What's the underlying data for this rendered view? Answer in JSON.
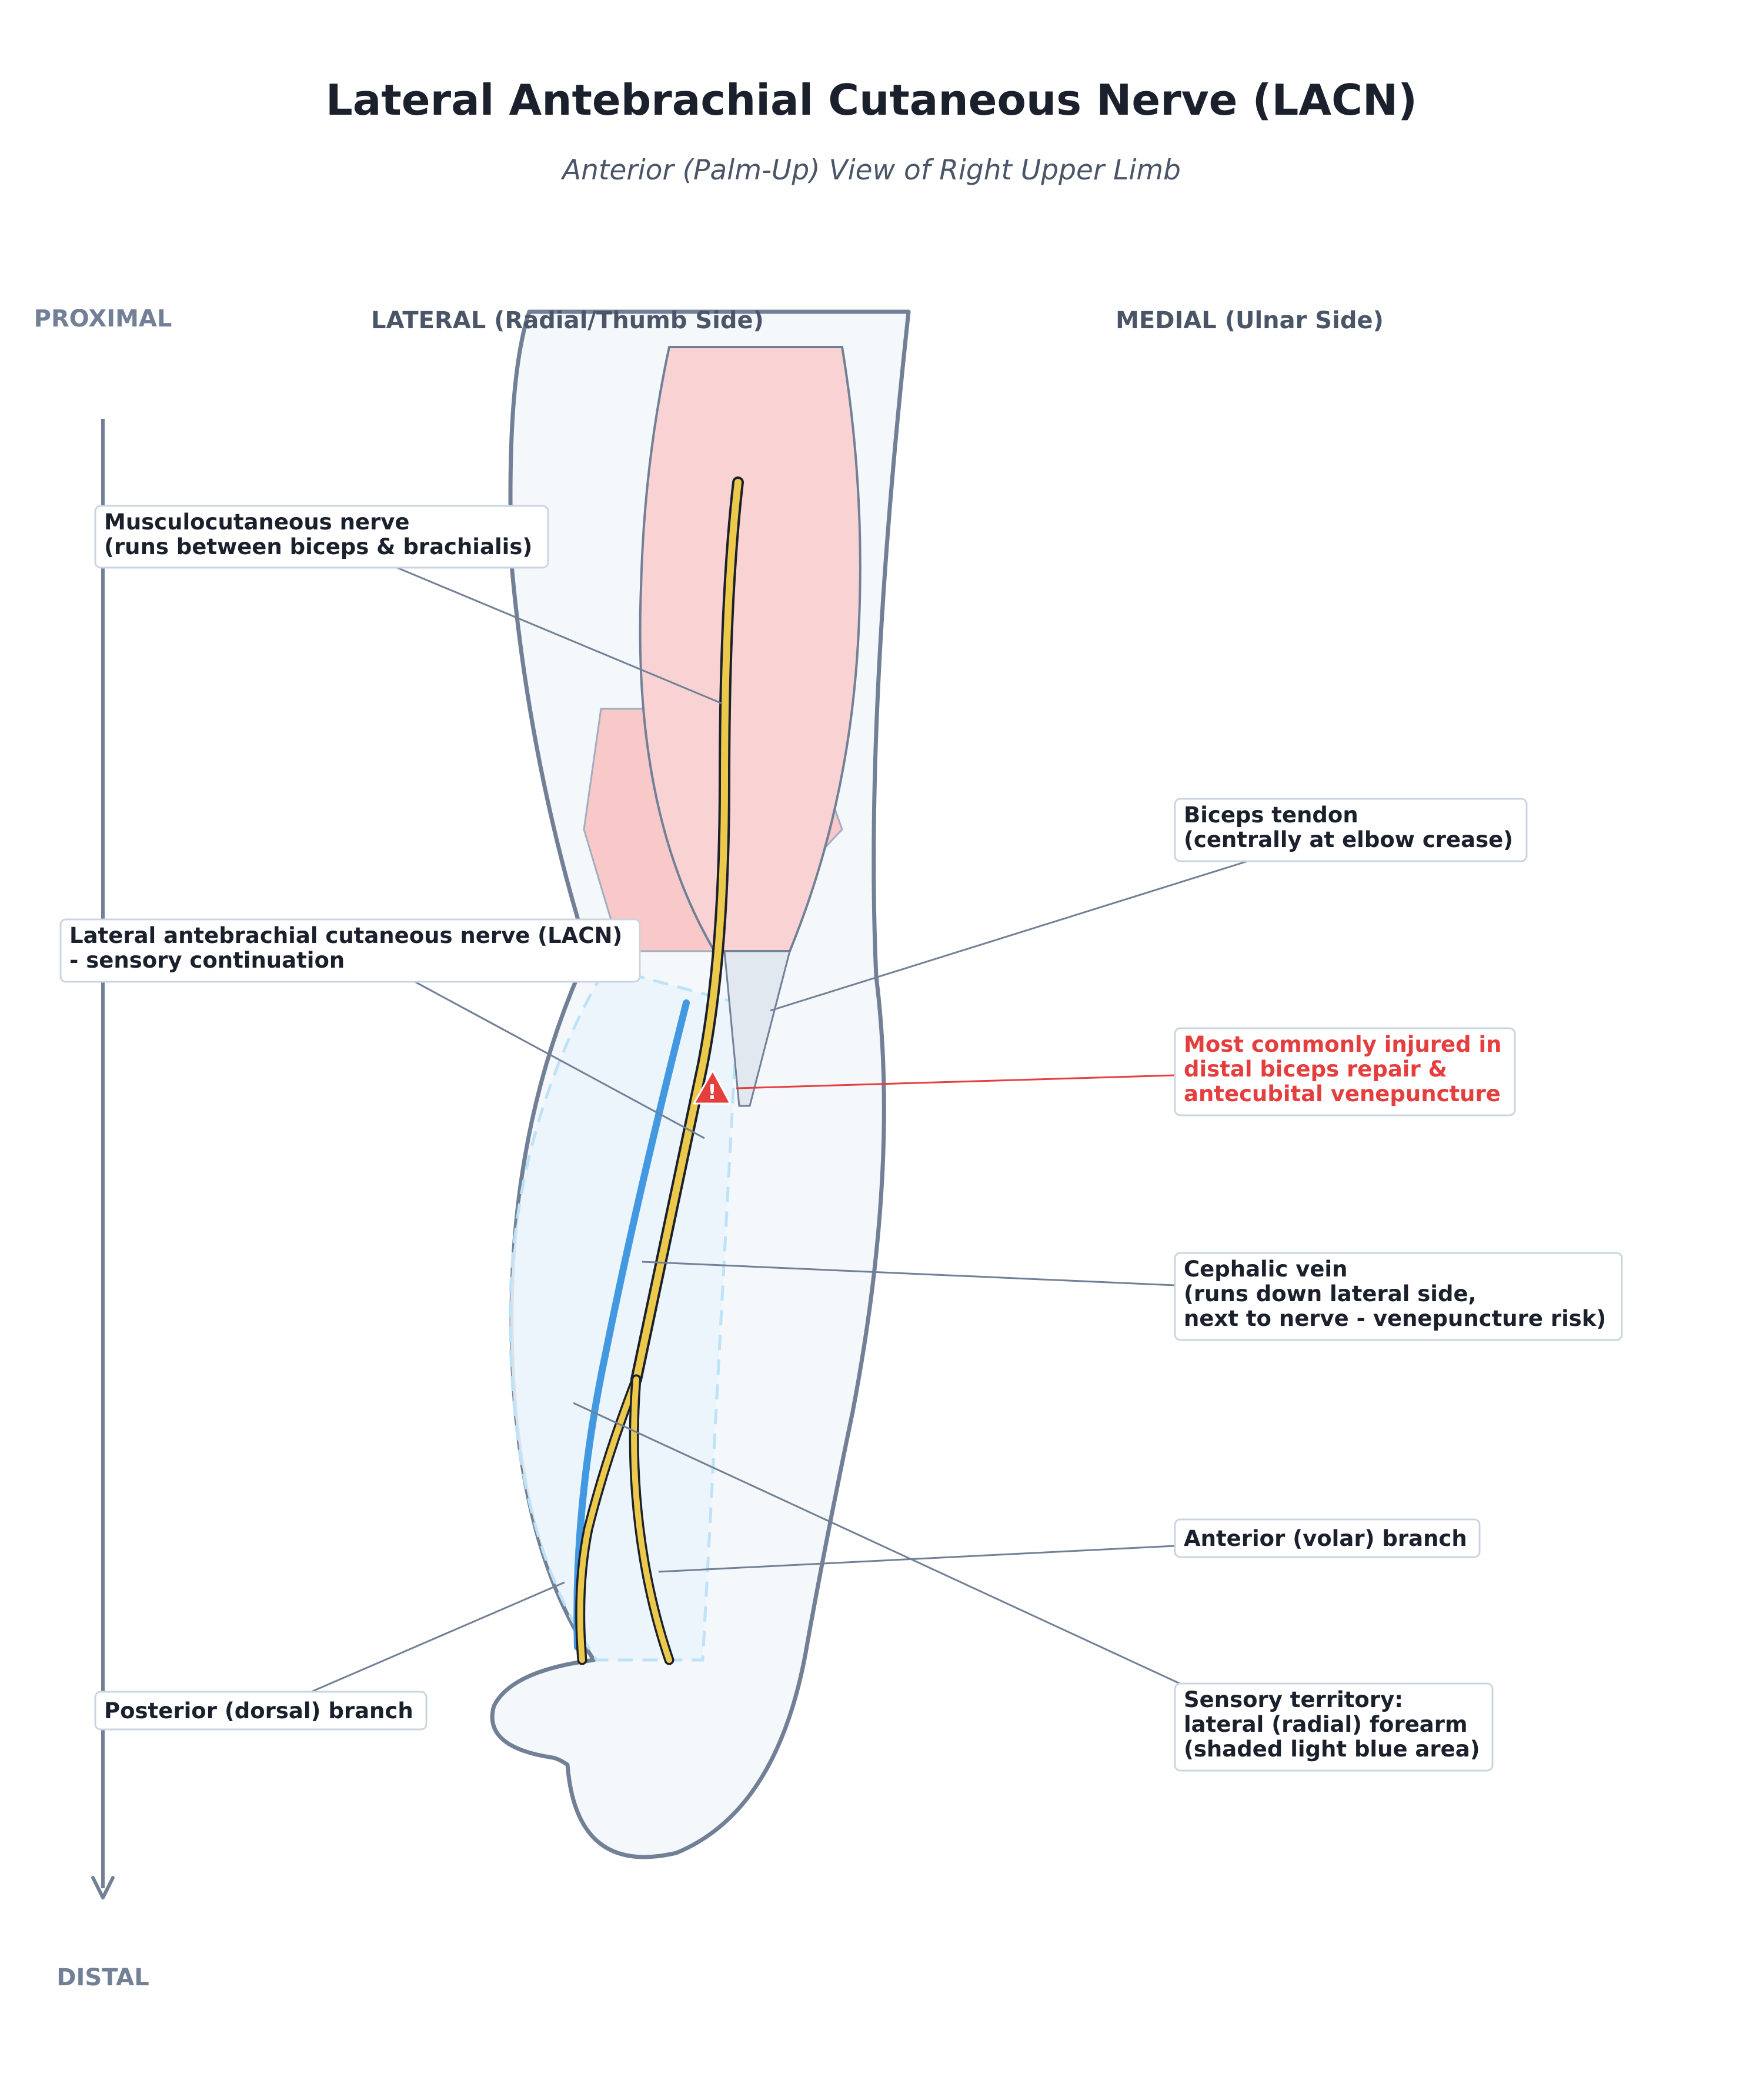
{
  "header": {
    "title": "Lateral Antebrachial Cutaneous Nerve (LACN)",
    "subtitle": "Anterior (Palm-Up) View of Right Upper Limb"
  },
  "orientation": {
    "proximal": "PROXIMAL",
    "distal": "DISTAL",
    "lateral": "LATERAL (Radial/Thumb Side)",
    "medial": "MEDIAL (Ulnar Side)"
  },
  "labels": {
    "musculocutaneous": [
      "Musculocutaneous nerve",
      "(runs between biceps & brachialis)"
    ],
    "lacn": [
      "Lateral antebrachial cutaneous nerve (LACN)",
      "- sensory continuation"
    ],
    "posterior_branch": [
      "Posterior (dorsal) branch"
    ],
    "biceps_tendon": [
      "Biceps tendon",
      "(centrally at elbow crease)"
    ],
    "injury_warning": [
      "Most commonly injured in",
      "distal biceps repair &",
      "antecubital venepuncture"
    ],
    "cephalic_vein": [
      "Cephalic vein",
      "(runs down lateral side,",
      "next to nerve - venepuncture risk)"
    ],
    "anterior_branch": [
      "Anterior (volar) branch"
    ],
    "sensory_territory": [
      "Sensory territory:",
      "lateral (radial) forearm",
      "(shaded light blue area)"
    ],
    "warning_symbol": "!"
  },
  "colors": {
    "nerve": "#ecc94b",
    "vein": "#4299e1",
    "limb_outline": "#718096",
    "muscle": "#f9d3d3",
    "warning": "#e53e3e"
  }
}
